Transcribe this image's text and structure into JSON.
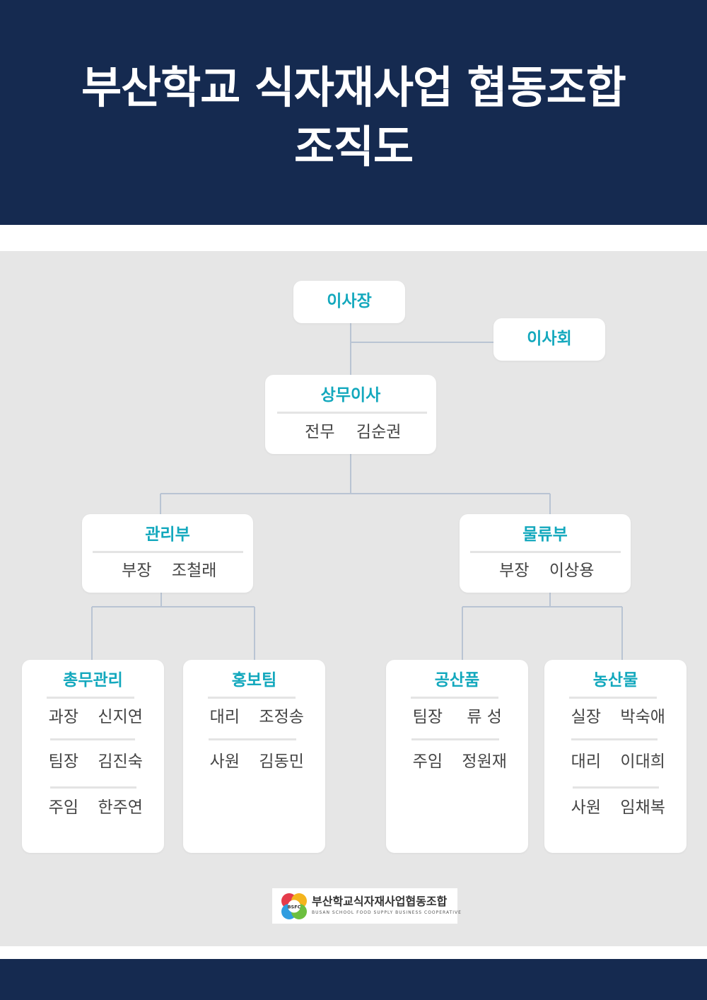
{
  "title": {
    "line1": "부산학교 식자재사업 협동조합",
    "line2": "조직도"
  },
  "chairman": {
    "title": "이사장"
  },
  "board": {
    "title": "이사회"
  },
  "managing_director": {
    "title": "상무이사",
    "members": [
      {
        "role": "전무",
        "name": "김순권"
      }
    ]
  },
  "admin_dept": {
    "title": "관리부",
    "members": [
      {
        "role": "부장",
        "name": "조철래"
      }
    ]
  },
  "logistics_dept": {
    "title": "물류부",
    "members": [
      {
        "role": "부장",
        "name": "이상용"
      }
    ]
  },
  "general_affairs": {
    "title": "총무관리",
    "members": [
      {
        "role": "과장",
        "name": "신지연"
      },
      {
        "role": "팀장",
        "name": "김진숙"
      },
      {
        "role": "주임",
        "name": "한주연"
      }
    ]
  },
  "pr_team": {
    "title": "홍보팀",
    "members": [
      {
        "role": "대리",
        "name": "조정송"
      },
      {
        "role": "사원",
        "name": "김동민"
      }
    ]
  },
  "industrial_products": {
    "title": "공산품",
    "members": [
      {
        "role": "팀장",
        "name": "류 성"
      },
      {
        "role": "주임",
        "name": "정원재"
      }
    ]
  },
  "agricultural_products": {
    "title": "농산물",
    "members": [
      {
        "role": "실장",
        "name": "박숙애"
      },
      {
        "role": "대리",
        "name": "이대희"
      },
      {
        "role": "사원",
        "name": "임채복"
      }
    ]
  },
  "logo": {
    "mark": "BSFC",
    "name_ko": "부산학교식자재사업협동조합",
    "name_en": "BUSAN SCHOOL FOOD SUPPLY BUSINESS COOPERATIVE"
  },
  "colors": {
    "navy": "#152a50",
    "teal": "#13a8bd",
    "background": "#e6e6e6",
    "connector": "#b9c4d3"
  }
}
